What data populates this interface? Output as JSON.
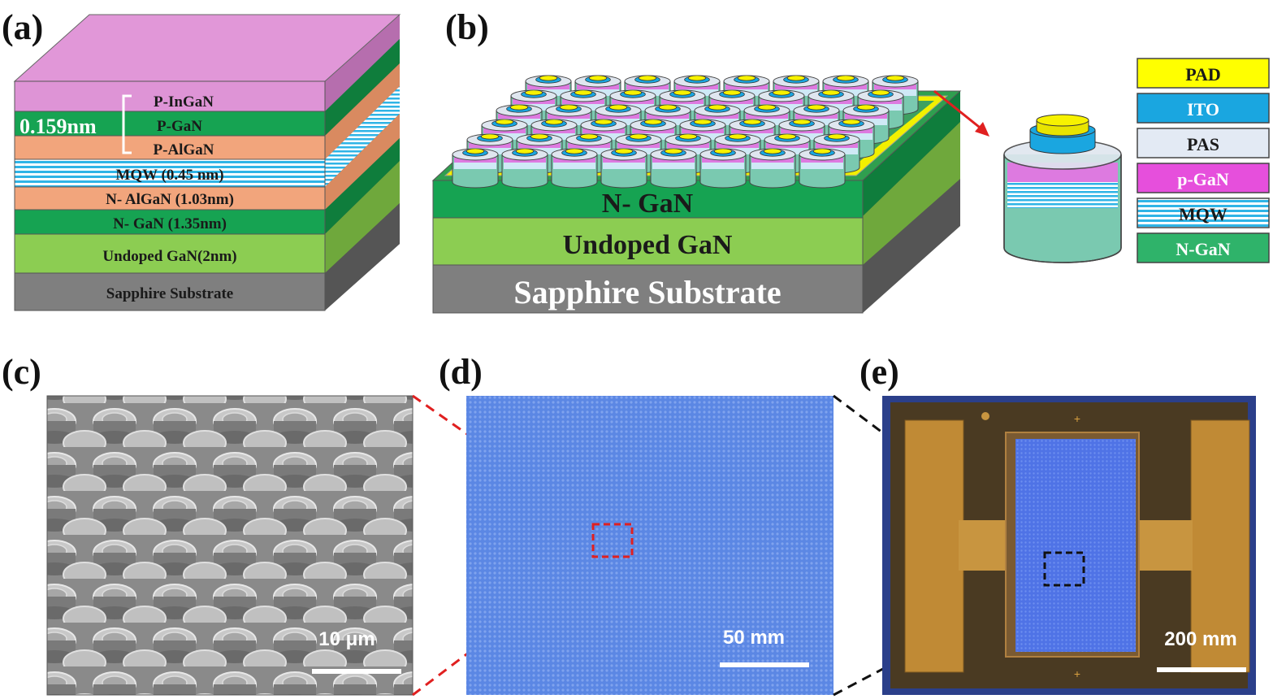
{
  "panels": {
    "a": {
      "label": "(a)",
      "layers": {
        "p_ingan": "P-InGaN",
        "p_gan": "P-GaN",
        "p_algan": "P-AlGaN",
        "mqw": "MQW (0.45 nm)",
        "n_algan": "N- AlGaN (1.03nm)",
        "n_gan": "N- GaN (1.35nm)",
        "undoped": "Undoped GaN(2nm)",
        "sapphire": "Sapphire Substrate"
      },
      "bracket_value": "0.159nm"
    },
    "b": {
      "label": "(b)",
      "layers": {
        "n_gan": "N- GaN",
        "undoped": "Undoped GaN",
        "sapphire": "Sapphire Substrate"
      },
      "legend": [
        "PAD",
        "ITO",
        "PAS",
        "p-GaN",
        "MQW",
        "N-GaN"
      ]
    },
    "c": {
      "label": "(c)",
      "scale_bar": "10 μm"
    },
    "d": {
      "label": "(d)",
      "scale_bar": "50 mm"
    },
    "e": {
      "label": "(e)",
      "scale_bar": "200 mm"
    }
  },
  "colors": {
    "p_ingan": "#de94d6",
    "p_gan": "#16a352",
    "algan": "#f2a57c",
    "mqw_blue": "#2fb4e6",
    "n_gan": "#16a352",
    "undoped": "#8ccd52",
    "sapphire": "#7f7f7f",
    "pad": "#ffff00",
    "ito": "#1aa6e0",
    "pas": "#e3eaf4",
    "p_gan_b": "#e64fdc",
    "n_gan_b": "#2fb36a",
    "micro_led_body": "#7ac9b0",
    "sem_grey": "#9a9a9a",
    "optical_blue": "#5a86e6",
    "pad_gold": "#c08a35",
    "zoom_red": "#e02020",
    "zoom_black": "#111111"
  }
}
